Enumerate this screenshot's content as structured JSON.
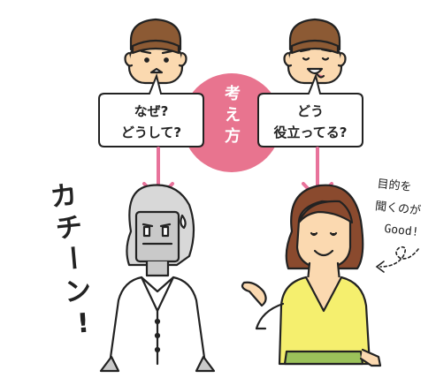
{
  "center_label": "考え方",
  "bubble_left": {
    "line1": "なぜ?",
    "line2": "どうして?"
  },
  "bubble_right": {
    "line1": "どう",
    "line2": "役立ってる?"
  },
  "left_sfx": "カチーン!",
  "right_note": {
    "line1": "目的を",
    "line2": "聞くのが",
    "line3": "Good!"
  },
  "colors": {
    "circle": "#e8748f",
    "arrow": "#e8739b",
    "skin": "#fbd9b0",
    "hair_man": "#8c5a34",
    "hair_woman": "#8a4a2e",
    "shirt_woman": "#f5ef6e",
    "skirt_woman": "#9bc25a",
    "grey_woman": "#c9c9c9"
  },
  "icons": [
    "man-left-icon",
    "man-right-icon",
    "angry-woman-icon",
    "happy-woman-icon",
    "pink-circle-icon",
    "down-arrow-icon",
    "squiggle-arrow-icon"
  ]
}
